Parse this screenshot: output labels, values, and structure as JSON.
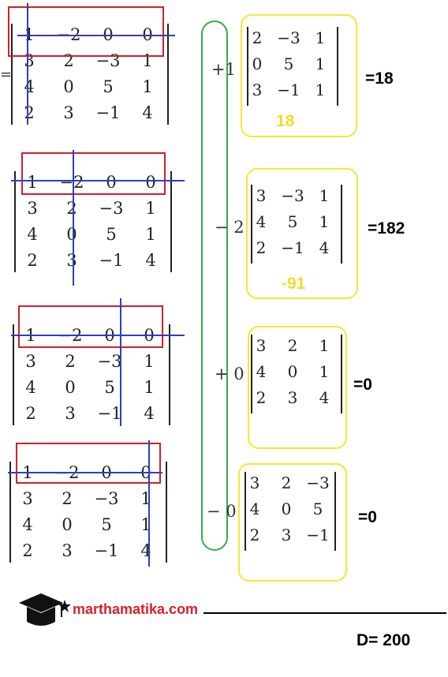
{
  "left_prefix": "=",
  "left_matrix": [
    [
      "1",
      "−2",
      "0",
      "0"
    ],
    [
      "3",
      "2",
      "−3",
      "1"
    ],
    [
      "4",
      "0",
      "5",
      "1"
    ],
    [
      "2",
      "3",
      "−1",
      "4"
    ]
  ],
  "terms": [
    {
      "coef": "+1",
      "minor": [
        [
          "2",
          "−3",
          "1"
        ],
        [
          "0",
          "5",
          "1"
        ],
        [
          "3",
          "−1",
          "1"
        ]
      ],
      "inner": "18",
      "result": "=18"
    },
    {
      "coef": "− 2",
      "minor": [
        [
          "3",
          "−3",
          "1"
        ],
        [
          "4",
          "5",
          "1"
        ],
        [
          "2",
          "−1",
          "4"
        ]
      ],
      "inner": "-91",
      "result": "=182"
    },
    {
      "coef": "+ 0",
      "minor": [
        [
          "3",
          "2",
          "1"
        ],
        [
          "4",
          "0",
          "1"
        ],
        [
          "2",
          "3",
          "4"
        ]
      ],
      "inner": "",
      "result": "=0"
    },
    {
      "coef": "− 0",
      "minor": [
        [
          "3",
          "2",
          "−3"
        ],
        [
          "4",
          "0",
          "5"
        ],
        [
          "2",
          "3",
          "−1"
        ]
      ],
      "inner": "",
      "result": "=0"
    }
  ],
  "footer": {
    "site": "marthamatika.com",
    "total": "D= 200"
  },
  "colors": {
    "red_box": "#d0202a",
    "blue_line": "#2f3dbf",
    "yellow_box": "#f2e834",
    "green_box": "#3aa84a"
  }
}
